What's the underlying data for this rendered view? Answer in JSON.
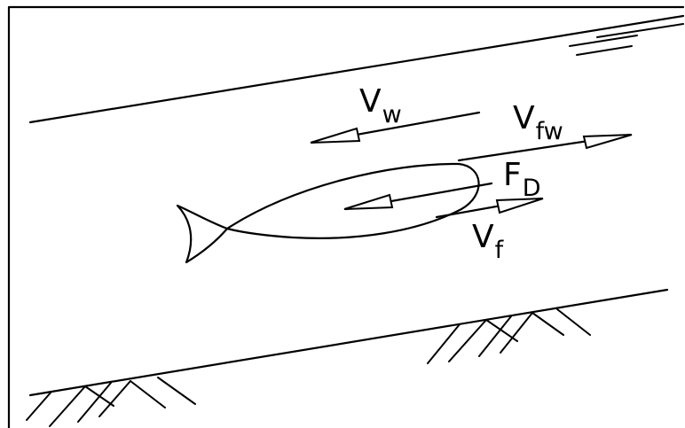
{
  "labels": {
    "vw": {
      "main": "V",
      "sub": "w"
    },
    "vfw": {
      "main": "V",
      "sub": "fw"
    },
    "fd": {
      "main": "F",
      "sub": "D"
    },
    "vf": {
      "main": "V",
      "sub": "f"
    }
  },
  "colors": {
    "ink": "#000000",
    "background": "#ffffff"
  }
}
